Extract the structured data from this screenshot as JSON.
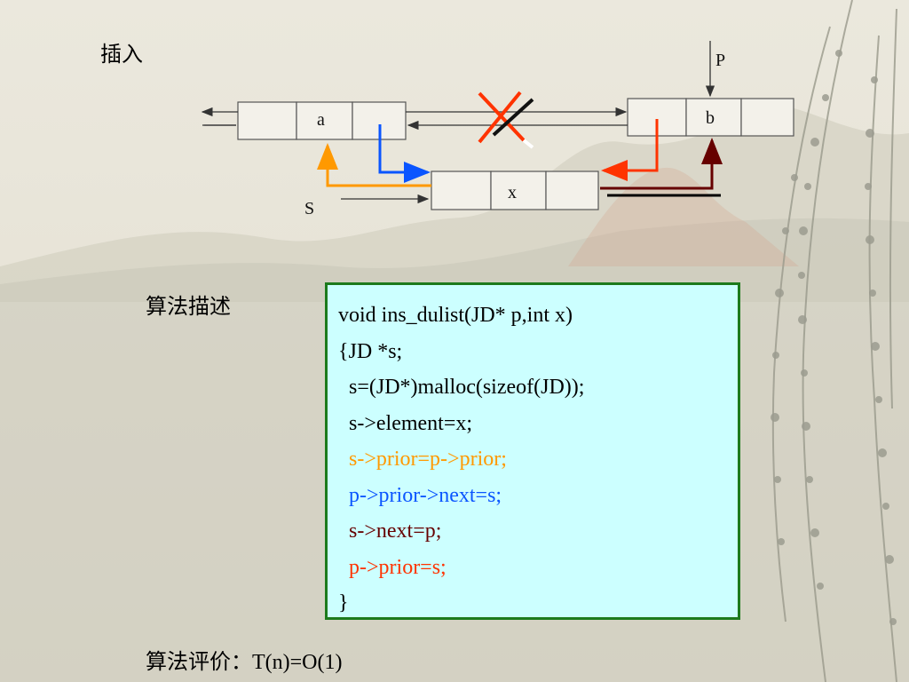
{
  "slide": {
    "title": "插入",
    "algo_label": "算法描述",
    "eval_label": "算法评价：T(n)=O(1)"
  },
  "diagram": {
    "node_a_label": "a",
    "node_b_label": "b",
    "node_x_label": "x",
    "pointer_p": "P",
    "pointer_s": "S"
  },
  "colors": {
    "orange": "#ff9900",
    "blue": "#0a55ff",
    "red": "#ff3300",
    "darkred": "#660000",
    "box_bg": "#ccffff",
    "box_border": "#1c7a1c"
  },
  "code": {
    "lines": [
      {
        "text": "void ins_dulist(JD* p,int x)",
        "color": "#000000"
      },
      {
        "text": "{JD *s;",
        "color": "#000000"
      },
      {
        "text": "  s=(JD*)malloc(sizeof(JD));",
        "color": "#000000"
      },
      {
        "text": "  s->element=x;",
        "color": "#000000"
      },
      {
        "text": "  s->prior=p->prior;",
        "color": "#ff9900"
      },
      {
        "text": "  p->prior->next=s;",
        "color": "#0a55ff"
      },
      {
        "text": "  s->next=p;",
        "color": "#660000"
      },
      {
        "text": "  p->prior=s;",
        "color": "#ff3300"
      },
      {
        "text": "}",
        "color": "#000000"
      }
    ]
  }
}
